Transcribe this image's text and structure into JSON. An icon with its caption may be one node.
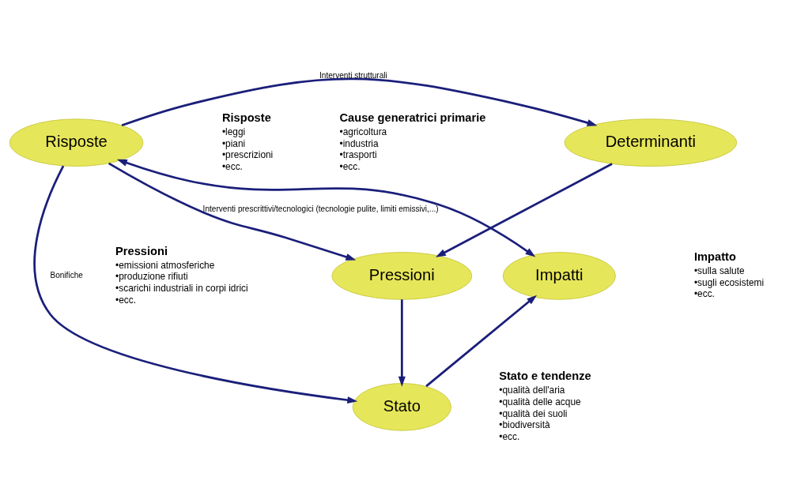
{
  "diagram": {
    "nodes": [
      {
        "text": [
          "Determinanti"
        ],
        "beside": [
          "Cause generatrici primarie",
          "•agricoltura",
          "•industria",
          "•trasporti",
          "•ecc."
        ]
      },
      {
        "text": [
          "Risposte"
        ],
        "beside": [
          "Risposte",
          "•leggi",
          "•piani",
          "•prescrizioni",
          "•ecc."
        ]
      },
      {
        "text": [
          "Pressioni"
        ],
        "beside": [
          "Pressioni",
          "•emissioni atmosferiche",
          "•produzione rifiuti",
          "•scarichi industriali in corpi idrici",
          "•ecc."
        ]
      },
      {
        "text": [
          "Impatti"
        ],
        "beside": [
          "Impatto",
          "•sulla salute",
          "•sugli ecosistemi",
          "•ecc."
        ]
      },
      {
        "text": [
          "Stato"
        ],
        "beside": [
          "Stato e tendenze",
          "•qualità dell'aria",
          "•qualità delle acque",
          "•qualità dei suoli",
          "•biodiversità",
          "•ecc."
        ]
      }
    ],
    "edges": [
      {
        "from": 1,
        "to": 0,
        "arrow": "to",
        "label": "Interventi strutturali"
      },
      {
        "from": 0,
        "to": 2,
        "arrow": "to"
      },
      {
        "from": 1,
        "to": 2,
        "arrow": "to",
        "label": "Interventi prescrittivi/tecnologici (tecnologie pulite, limiti emissivi,...)"
      },
      {
        "from": 1,
        "to": 4,
        "arrow": "to",
        "label": "Bonifiche"
      },
      {
        "from": 2,
        "to": 4,
        "arrow": "to"
      },
      {
        "from": 4,
        "to": 3,
        "arrow": "to"
      },
      {
        "from": 1,
        "to": 3,
        "arrow": "both"
      }
    ]
  }
}
